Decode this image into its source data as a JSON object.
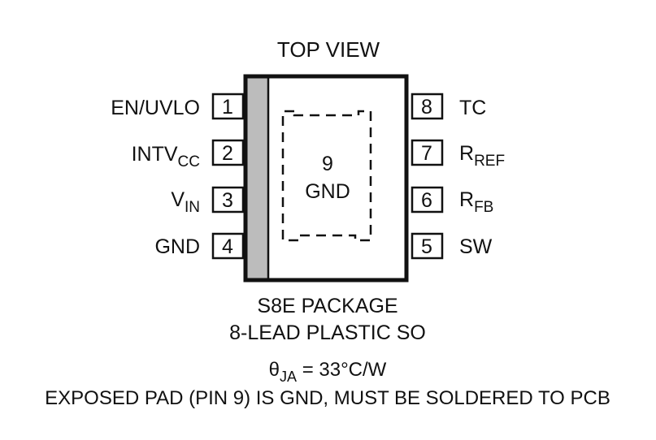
{
  "header": {
    "title": "TOP VIEW"
  },
  "left_pins": [
    {
      "number": "1",
      "name": "EN/UVLO",
      "sub": ""
    },
    {
      "number": "2",
      "name": "INTV",
      "sub": "CC"
    },
    {
      "number": "3",
      "name": "V",
      "sub": "IN"
    },
    {
      "number": "4",
      "name": "GND",
      "sub": ""
    }
  ],
  "right_pins": [
    {
      "number": "8",
      "name": "TC",
      "sub": ""
    },
    {
      "number": "7",
      "name": "R",
      "sub": "REF"
    },
    {
      "number": "6",
      "name": "R",
      "sub": "FB"
    },
    {
      "number": "5",
      "name": "SW",
      "sub": ""
    }
  ],
  "exposed_pad": {
    "number": "9",
    "name": "GND"
  },
  "package": {
    "line1": "S8E PACKAGE",
    "line2": "8-LEAD PLASTIC SO"
  },
  "thermal": {
    "symbol": "θ",
    "sub": "JA",
    "value": " = 33°C/W"
  },
  "note": "EXPOSED PAD (PIN 9) IS GND, MUST BE SOLDERED TO PCB",
  "colors": {
    "outline": "#111111",
    "pin1_stripe": "#bcbcbc",
    "background": "#ffffff"
  }
}
